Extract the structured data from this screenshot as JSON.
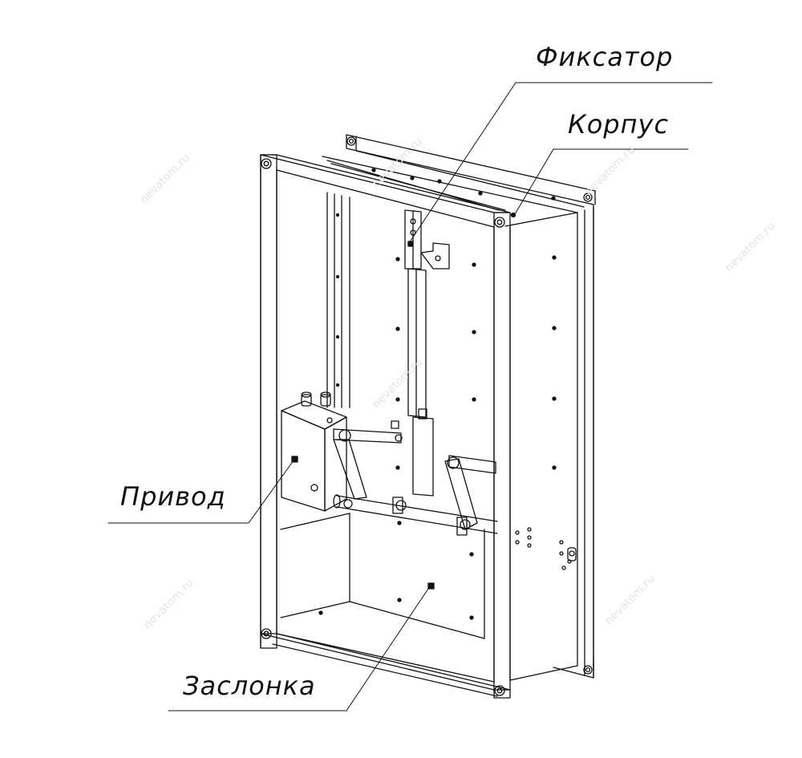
{
  "labels": {
    "fixator": "Фиксатор",
    "body": "Корпус",
    "drive": "Привод",
    "damper": "Заслонка"
  },
  "watermark": "nevatom.ru",
  "colors": {
    "line": "#111111",
    "watermark": "#e4e4e4"
  }
}
